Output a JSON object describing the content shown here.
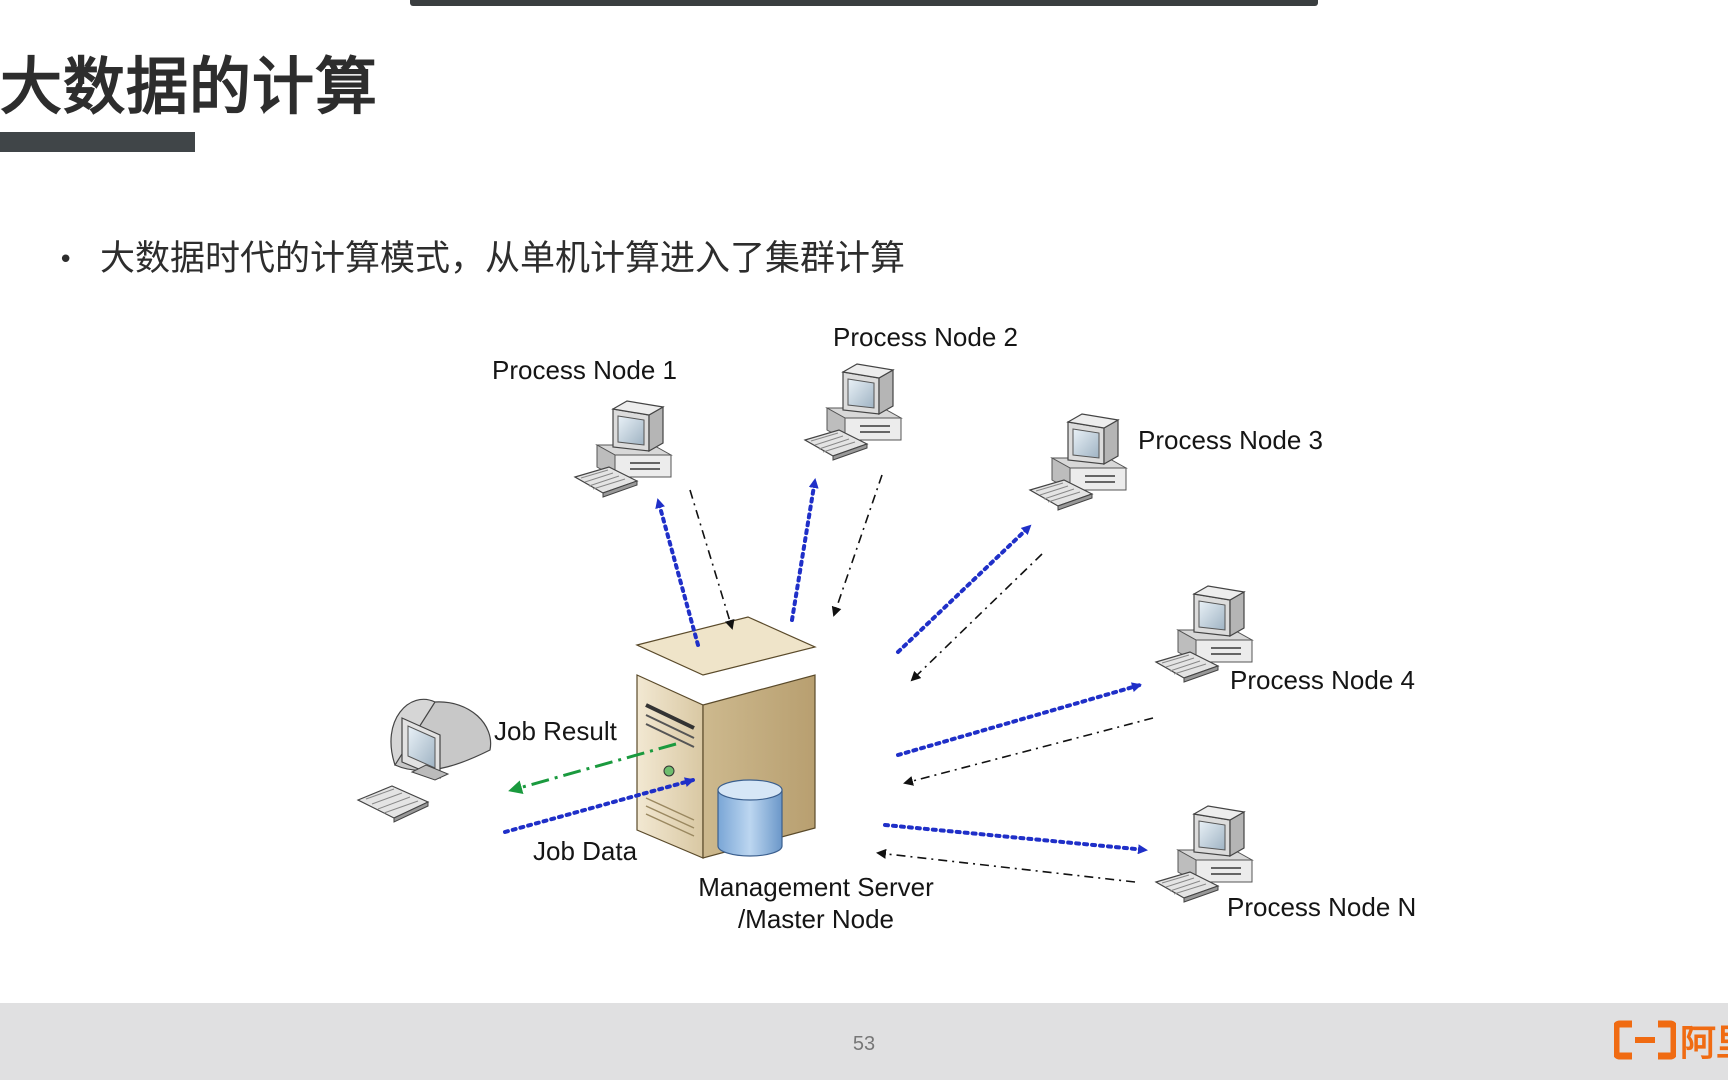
{
  "slide": {
    "title": "大数据的计算",
    "bullet": "大数据时代的计算模式，从单机计算进入了集群计算",
    "page_number": "53"
  },
  "diagram": {
    "nodes": {
      "process_node_1": "Process Node 1",
      "process_node_2": "Process Node 2",
      "process_node_3": "Process Node 3",
      "process_node_4": "Process Node 4",
      "process_node_n": "Process Node N",
      "master_line1": "Management Server",
      "master_line2": "/Master Node"
    },
    "edges": {
      "job_result": "Job Result",
      "job_data": "Job Data"
    },
    "colors": {
      "dispatch_arrow": "#1f2fc8",
      "return_arrow": "#111111",
      "job_result_arrow": "#1a9a3e"
    }
  },
  "logo": {
    "text": "阿里",
    "color": "#f06b12",
    "icon": "alibaba-cloud-logo-icon"
  }
}
